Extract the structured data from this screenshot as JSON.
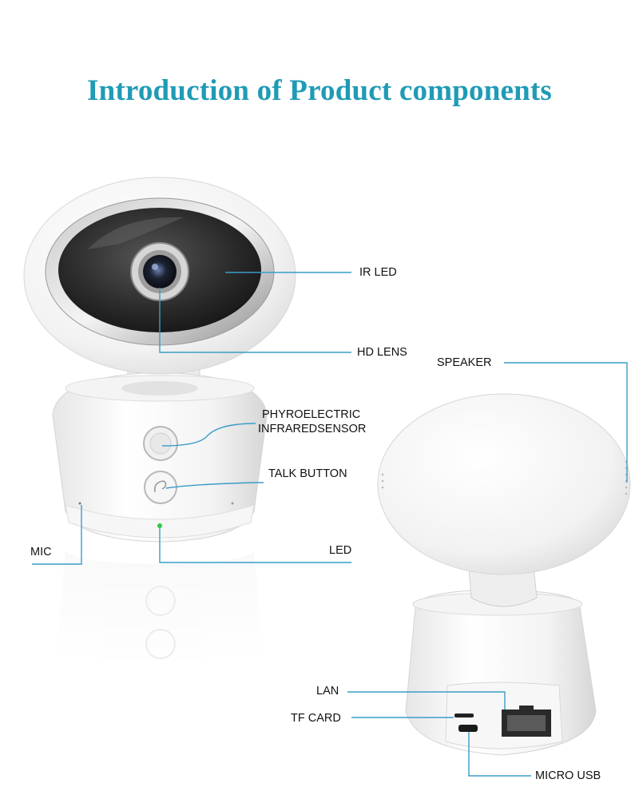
{
  "title": "Introduction of Product components",
  "colors": {
    "title": "#1f9bb5",
    "leader_line": "#3a9dc7",
    "label_text": "#111111",
    "led": "#2ecc40"
  },
  "callouts": {
    "ir_led": "IR LED",
    "hd_lens": "HD LENS",
    "speaker": "SPEAKER",
    "pir_line1": "PHYROELECTRIC",
    "pir_line2": "INFRAREDSENSOR",
    "talk_button": "TALK BUTTON",
    "mic": "MIC",
    "led": "LED",
    "lan": "LAN",
    "tf_card": "TF CARD",
    "micro_usb": "MICRO USB"
  }
}
